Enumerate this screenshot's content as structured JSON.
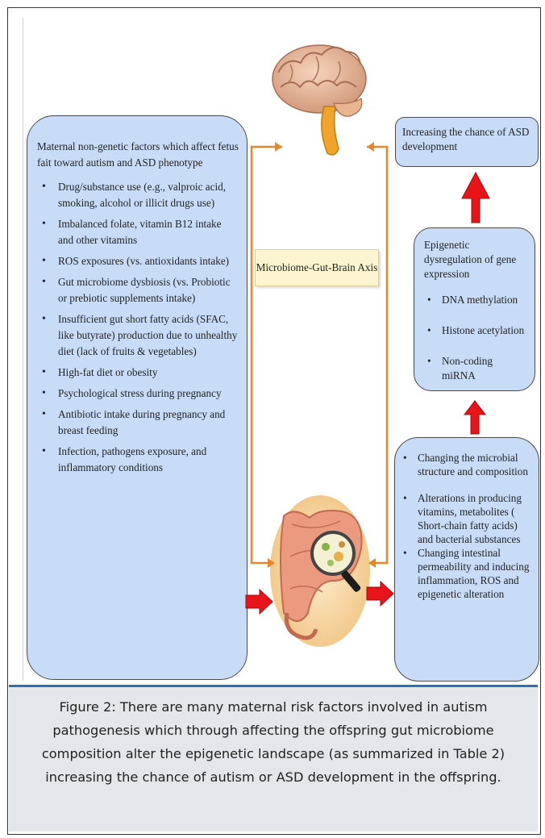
{
  "left_box": {
    "heading": "Maternal non-genetic factors which affect fetus fait toward autism and ASD phenotype",
    "items": [
      "Drug/substance use (e.g., valproic acid, smoking, alcohol or illicit drugs use)",
      "Imbalanced folate, vitamin B12 intake and other vitamins",
      "ROS exposures (vs. antioxidants intake)",
      "Gut microbiome dysbiosis (vs. Probiotic or prebiotic supplements intake)",
      "Insufficient gut short fatty acids (SFAC, like butyrate) production due to unhealthy diet (lack of fruits & vegetables)",
      "High-fat diet or obesity",
      "Psychological stress during pregnancy",
      "Antibiotic intake during pregnancy and breast feeding",
      "Infection, pathogens exposure, and inflammatory conditions"
    ]
  },
  "axis_label": "Microbiome-Gut-Brain Axis",
  "top_box": "Increasing the chance of  ASD development",
  "mid_box": {
    "heading": "Epigenetic dysregulation of gene expression",
    "items": [
      "DNA methylation",
      "Histone acetylation",
      "Non-coding miRNA"
    ]
  },
  "bottom_box": {
    "item1": "Changing the microbial structure and composition",
    "item2": "Alterations in producing vitamins, metabolites ( Short-chain fatty acids) and bacterial substances",
    "item3": "Changing intestinal permeability and inducing inflammation, ROS and epigenetic alteration"
  },
  "caption": "Figure 2: There are many maternal risk factors involved in autism pathogenesis which through affecting the offspring gut microbiome composition alter the epigenetic landscape (as summarized in Table 2) increasing the chance of autism or ASD development in the offspring.",
  "colors": {
    "box_fill": "#c9dcf7",
    "connector": "#e8862a",
    "block_arrow": "#e8141a",
    "caption_rule": "#2f6fad"
  },
  "icons": [
    "brain-icon",
    "gut-icon",
    "magnifier-icon"
  ]
}
